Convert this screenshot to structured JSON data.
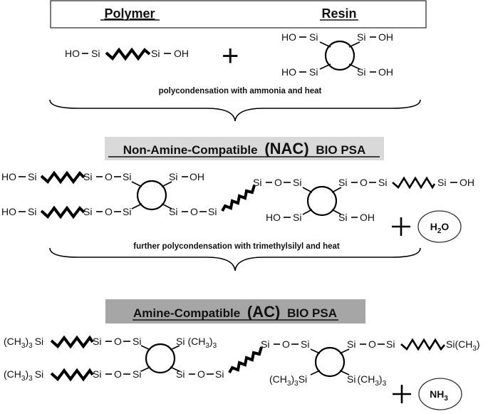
{
  "header": {
    "polymer_label": "Polymer",
    "resin_label": "Resin"
  },
  "reactants": {
    "polymer_left": "HO",
    "polymer_si_left": "Si",
    "polymer_si_right": "Si",
    "polymer_right": "OH",
    "resin_ho": "HO",
    "resin_si": "Si",
    "resin_oh": "OH",
    "plus": "+"
  },
  "step1_caption": "polycondensation with ammonia and heat",
  "nac": {
    "title_prefix": "Non-Amine-Compatible",
    "title_abbr": "(NAC)",
    "title_suffix": "BIO PSA"
  },
  "nac_structure": {
    "ho": "HO",
    "si": "Si",
    "o": "O",
    "oh": "OH",
    "water": "H",
    "water_sub": "2",
    "water_o": "O"
  },
  "step2_caption": "further polycondensation with trimethylsilyl and heat",
  "ac": {
    "title_prefix": "Amine-Compatible",
    "title_abbr": "(AC)",
    "title_suffix": "BIO PSA"
  },
  "ac_structure": {
    "ch3": "(CH",
    "ch3_sub": "3",
    "ch3_close": ")",
    "si": "Si",
    "o": "O",
    "ammonia": "NH",
    "ammonia_sub": "3"
  }
}
